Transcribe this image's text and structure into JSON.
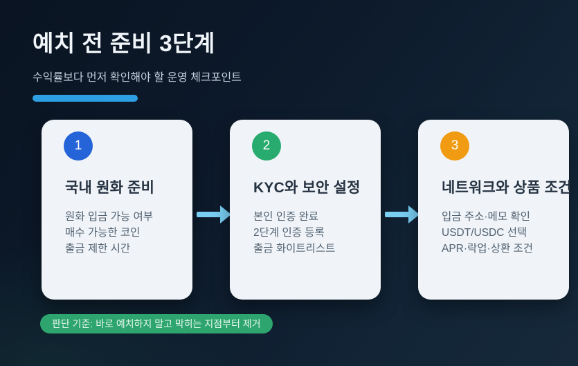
{
  "header": {
    "title": "예치 전 준비 3단계",
    "subtitle": "수익률보다 먼저 확인해야 할 운영 체크포인트"
  },
  "steps": [
    {
      "number": "1",
      "title": "국내 원화 준비",
      "items": [
        "원화 입금 가능 여부",
        "매수 가능한 코인",
        "출금 제한 시간"
      ],
      "circle_color": "#2563d8"
    },
    {
      "number": "2",
      "title": "KYC와 보안 설정",
      "items": [
        "본인 인증 완료",
        "2단계 인증 등록",
        "출금 화이트리스트"
      ],
      "circle_color": "#27ab6e"
    },
    {
      "number": "3",
      "title": "네트워크와 상품 조건",
      "items": [
        "입금 주소·메모 확인",
        "USDT/USDC 선택",
        "APR·락업·상환 조건"
      ],
      "circle_color": "#f09b12"
    }
  ],
  "footer": {
    "note": "판단 기준: 바로 예치하지 말고 막히는 지점부터 제거"
  },
  "colors": {
    "background_top": "#0a1422",
    "background_bottom": "#16293b",
    "accent_bar": "#2e9fe3",
    "card_background": "#f0f4f8",
    "card_title_text": "#253241",
    "card_body_text": "#51606f",
    "arrow": "#79cef2",
    "note_background": "#2ea56f",
    "note_text": "#e4f8ec",
    "title_text": "#f1f6fa",
    "subtitle_text": "#c3cfdb"
  }
}
